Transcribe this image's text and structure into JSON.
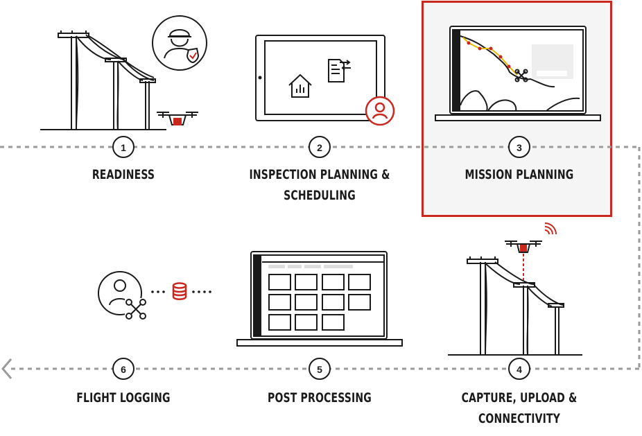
{
  "steps": [
    {
      "number": "1",
      "lines": [
        "READINESS"
      ]
    },
    {
      "number": "2",
      "lines": [
        "INSPECTION PLANNING &",
        "SCHEDULING"
      ]
    },
    {
      "number": "3",
      "lines": [
        "MISSION PLANNING"
      ]
    },
    {
      "number": "4",
      "lines": [
        "CAPTURE, UPLOAD &",
        "CONNECTIVITY"
      ]
    },
    {
      "number": "5",
      "lines": [
        "POST PROCESSING"
      ]
    },
    {
      "number": "6",
      "lines": [
        "FLIGHT LOGGING"
      ]
    }
  ],
  "highlighted_step": "3",
  "colors": {
    "accent": "#c8281e",
    "line": "#1a1a1a",
    "connector": "#9a9a9a",
    "highlight_bg": "#f5f5f5"
  }
}
